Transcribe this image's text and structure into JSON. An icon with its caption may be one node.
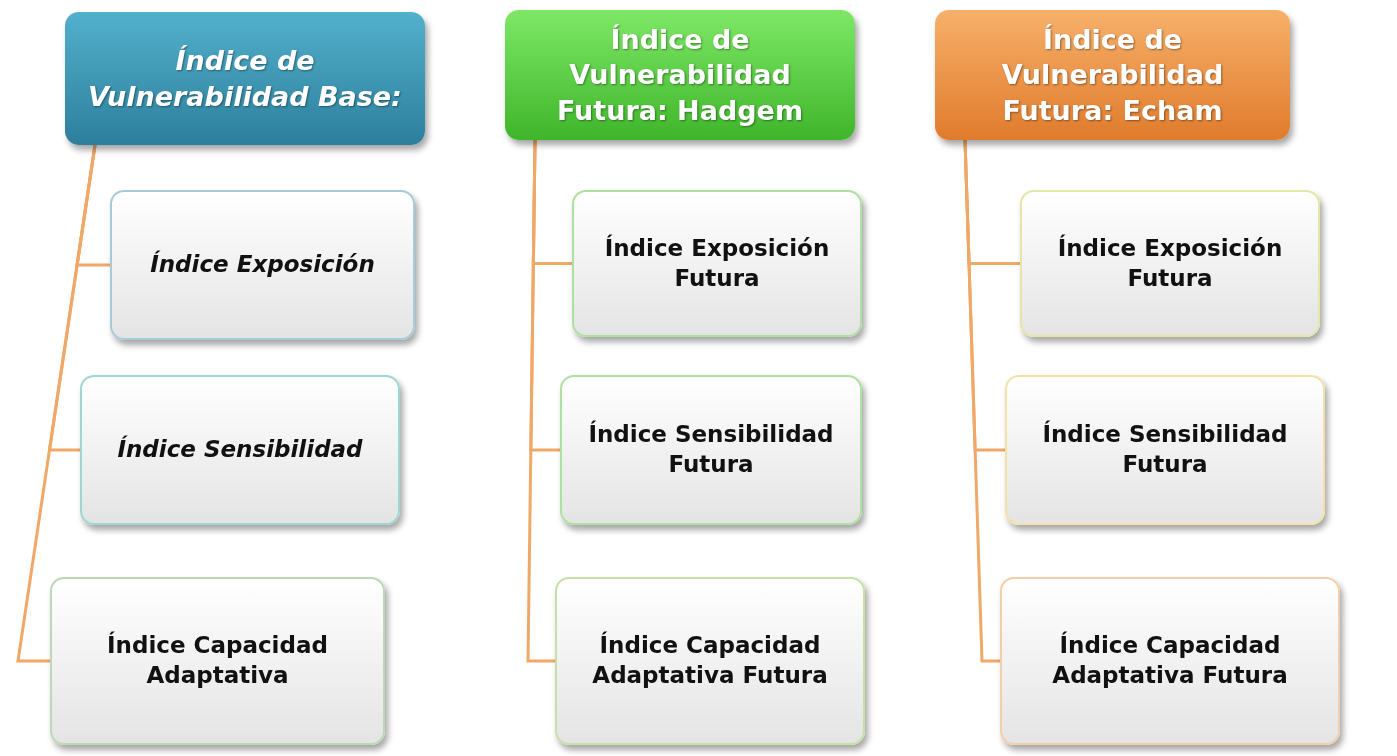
{
  "diagram": {
    "nodes": [
      {
        "text": [
          "Índice de Vulnerabilidad Base:"
        ]
      },
      {
        "text": [
          "Índice Exposición"
        ]
      },
      {
        "text": [
          "Índice Sensibilidad"
        ]
      },
      {
        "text": [
          "Índice Capacidad Adaptativa"
        ]
      },
      {
        "text": [
          "Índice de Vulnerabilidad Futura: Hadgem"
        ]
      },
      {
        "text": [
          "Índice Exposición Futura"
        ]
      },
      {
        "text": [
          "Índice Sensibilidad Futura"
        ]
      },
      {
        "text": [
          "Índice Capacidad Adaptativa Futura"
        ]
      },
      {
        "text": [
          "Índice de Vulnerabilidad Futura: Echam"
        ]
      },
      {
        "text": [
          "Índice Exposición Futura"
        ]
      },
      {
        "text": [
          "Índice Sensibilidad Futura"
        ]
      },
      {
        "text": [
          "Índice Capacidad Adaptativa Futura"
        ]
      }
    ],
    "edges": [
      {
        "from": 0,
        "to": 1,
        "arrow": "none"
      },
      {
        "from": 0,
        "to": 2,
        "arrow": "none"
      },
      {
        "from": 0,
        "to": 3,
        "arrow": "none"
      },
      {
        "from": 4,
        "to": 5,
        "arrow": "none"
      },
      {
        "from": 4,
        "to": 6,
        "arrow": "none"
      },
      {
        "from": 4,
        "to": 7,
        "arrow": "none"
      },
      {
        "from": 8,
        "to": 9,
        "arrow": "none"
      },
      {
        "from": 8,
        "to": 10,
        "arrow": "none"
      },
      {
        "from": 8,
        "to": 11,
        "arrow": "none"
      }
    ]
  }
}
